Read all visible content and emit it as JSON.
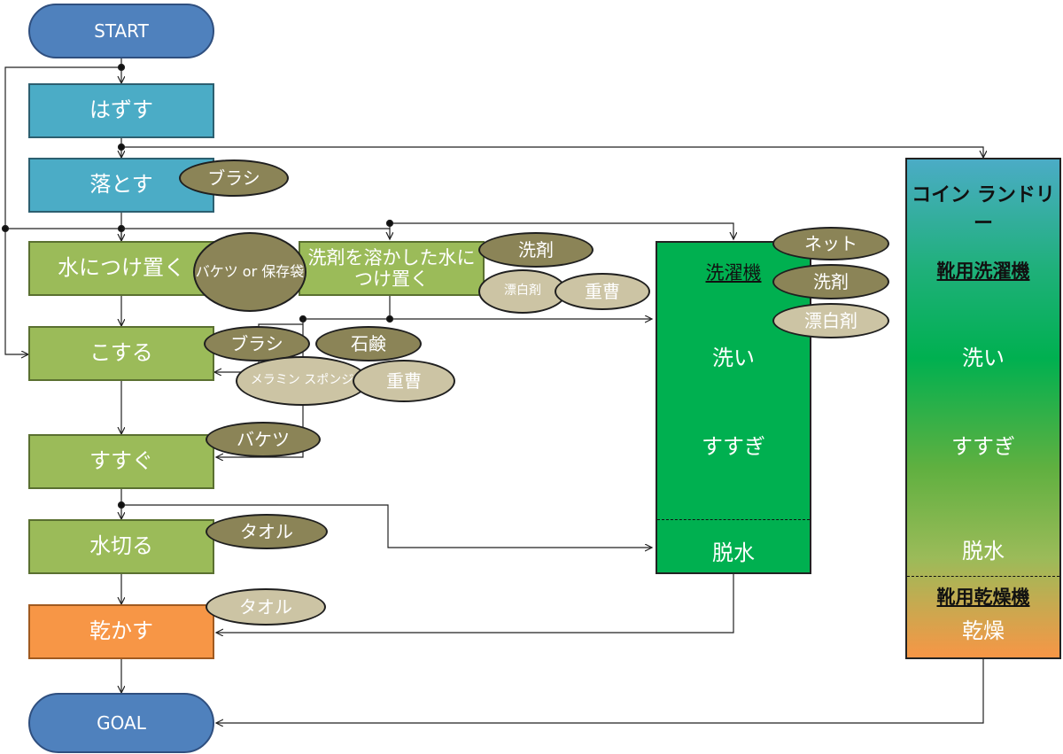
{
  "flow": {
    "start": "START",
    "remove": "はずす",
    "brush_off": "落とす",
    "soak": "水につけ置く",
    "soak_detergent": "洗剤を溶かした水につけ置く",
    "scrub": "こする",
    "rinse": "すすぐ",
    "drain": "水切る",
    "dry": "乾かす",
    "goal": "GOAL"
  },
  "tools": {
    "brush_1": "ブラシ",
    "bucket_or_bag": "バケツ or 保存袋",
    "detergent_1": "洗剤",
    "bleach_1": "漂白剤",
    "baking_soda_1": "重曹",
    "brush_2": "ブラシ",
    "soap": "石鹸",
    "melamine_sponge": "メラミン スポンジ",
    "baking_soda_2": "重曹",
    "bucket": "バケツ",
    "towel_1": "タオル",
    "towel_2": "タオル"
  },
  "washing_machine": {
    "title": "洗濯機",
    "wash": "洗い",
    "rinse": "すすぎ",
    "spin": "脱水",
    "net": "ネット",
    "detergent": "洗剤",
    "bleach": "漂白剤"
  },
  "laundromat": {
    "title": "コイン ランドリー",
    "shoe_washer": "靴用洗濯機",
    "wash": "洗い",
    "rinse": "すすぎ",
    "spin": "脱水",
    "shoe_dryer": "靴用乾燥機",
    "dry": "乾燥"
  },
  "colors": {
    "start_goal": "#4f81bd",
    "teal_step": "#4bacc6",
    "green_step": "#9bbb59",
    "orange_step": "#f79646",
    "oval_dark": "#8b8457",
    "oval_light": "#ccc4a4",
    "machine_green": "#00b050"
  }
}
